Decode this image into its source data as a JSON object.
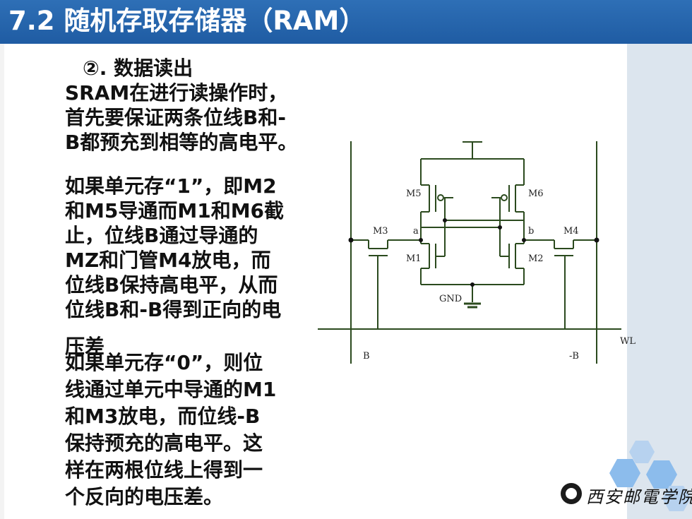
{
  "slide": {
    "title": "7.2  随机存取存储器（RAM）",
    "section_heading": "②. 数据读出",
    "para1": [
      "SRAM在进行读操作时，",
      "首先要保证两条位线B和-",
      "B都预充到相等的高电平。"
    ],
    "para2": [
      "如果单元存“1”，即M2",
      "和M5导通而M1和M6截",
      "止，位线B通过导通的",
      "MZ和门管M4放电，而",
      "位线B保持高电平，从而",
      "位线B和-B得到正向的电",
      "压差"
    ],
    "para3": [
      "如果单元存“0”，则位",
      "线通过单元中导通的M1",
      "和M3放电，而位线-B",
      "保持预充的高电平。这",
      "样在两根位线上得到一",
      "个反向的电压差。"
    ]
  },
  "circuit": {
    "labels": {
      "m5": "M5",
      "m6": "M6",
      "m3": "M3",
      "m4": "M4",
      "m1": "M1",
      "m2": "M2",
      "node_a": "a",
      "node_b": "b",
      "gnd": "GND",
      "wl": "WL",
      "bitline_b": "B",
      "bitline_nb": "-B"
    }
  },
  "logo": {
    "name": "西安邮電学院"
  },
  "colors": {
    "title_bar": "#1f5ca3",
    "side_band": "#dce5ee",
    "hexagon": "#7ab0e6",
    "circuit_line": "#2b4a1e"
  }
}
